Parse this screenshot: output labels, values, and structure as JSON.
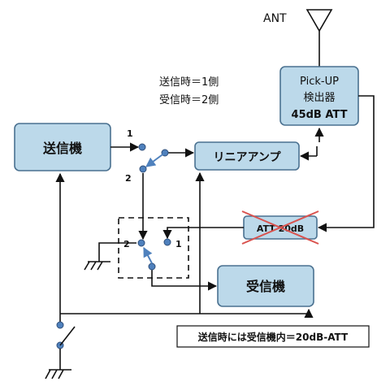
{
  "labels": {
    "antenna": "ANT",
    "transmitter": "送信機",
    "linear_amp": "リニアアンプ",
    "receiver": "受信機",
    "pickup_line1": "Pick-UP",
    "pickup_line2": "検出器",
    "pickup_line3": "45dB ATT",
    "attenuator": "ATT 20dB",
    "legend_line1": "送信時＝1側",
    "legend_line2": "受信時＝2側",
    "note": "送信時には受信機内＝20dB-ATT"
  },
  "switch_positions": {
    "top_sw_pos1": "1",
    "top_sw_pos2": "2",
    "mid_sw_pos2": "2",
    "mid_sw_pos1": "1"
  },
  "colors": {
    "box_fill": "#bcd9ea",
    "box_stroke": "#4a7190",
    "node": "#4f81bd",
    "cross": "#d9534f"
  }
}
